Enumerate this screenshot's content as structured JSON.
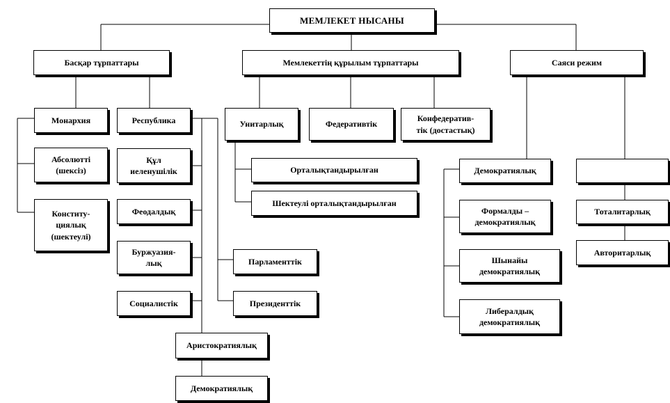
{
  "nodes": {
    "root": "МЕМЛЕКЕТ  НЫСАНЫ",
    "basqaru": "Басқар тұрпаттары",
    "qurylym": "Мемлекеттің құрылым тұрпаттары",
    "sayasi": "Саяси режим",
    "monarchy": "Монархия",
    "republic": "Республика",
    "absolute": "Абсолютті\n(шексіз)",
    "constitutional": "Конститу-\nциялық\n(шектеулі)",
    "slave": "Құл\nиеленушілік",
    "feudal": "Феодалдық",
    "bourgeois": "Буржуазия-\nлық",
    "socialist": "Социалистік",
    "parliamentary": "Парламенттік",
    "presidential": "Президенттік",
    "aristocratic": "Аристократиялық",
    "democratic_rep": "Демократиялық",
    "unitary": "Унитарлық",
    "federative": "Федеративтік",
    "confederative": "Конфедератив-\nтік (достастық)",
    "centralized": "Орталықтандырылған",
    "limited_centralized": "Шектеулі  орталықтандырылған",
    "democratic": "Демократиялық",
    "formal_democratic": "Формалды –\nдемократиялық",
    "real_democratic": "Шынайы\nдемократиялық",
    "liberal_democratic": "Либералдық\nдемократиялық",
    "antidemocratic": "",
    "totalitarian": "Тоталитарлық",
    "authoritarian": "Авторитарлық"
  }
}
